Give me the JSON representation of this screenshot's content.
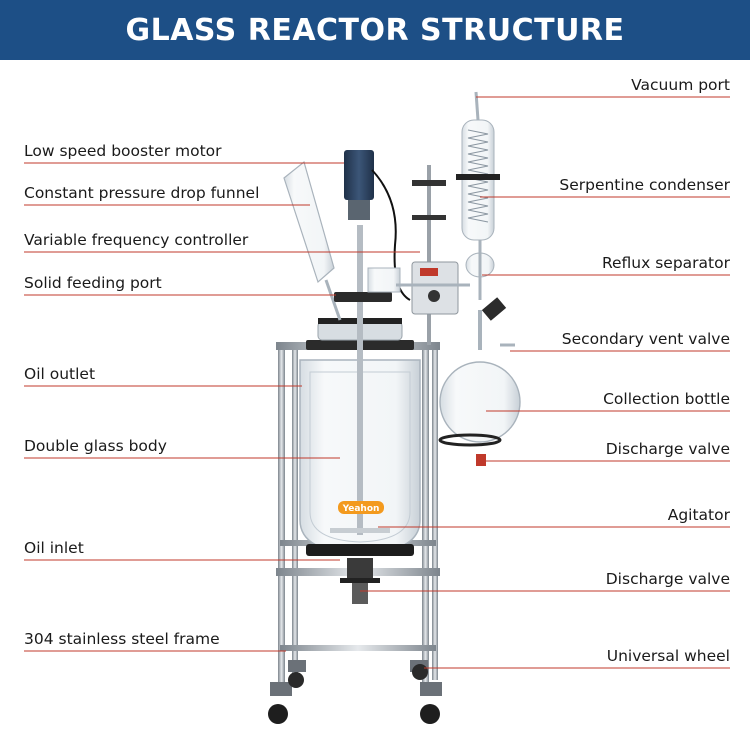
{
  "header": {
    "title": "GLASS REACTOR STRUCTURE"
  },
  "colors": {
    "header_bg": "#1d4f86",
    "leader_line": "#c0392b",
    "frame_steel": "#9aa1a8",
    "brand": "#f39a1e"
  },
  "brand": {
    "logo_text": "Yeahon"
  },
  "labels": {
    "left": [
      "Low speed booster motor",
      "Constant pressure drop funnel",
      "Variable frequency controller",
      "Solid feeding port",
      "Oil outlet",
      "Double glass body",
      "Oil inlet",
      "304 stainless steel frame"
    ],
    "right": [
      "Vacuum port",
      "Serpentine condenser",
      "Reflux separator",
      "Secondary vent valve",
      "Collection bottle",
      "Discharge valve",
      "Agitator",
      "Discharge valve",
      "Universal wheel"
    ]
  }
}
